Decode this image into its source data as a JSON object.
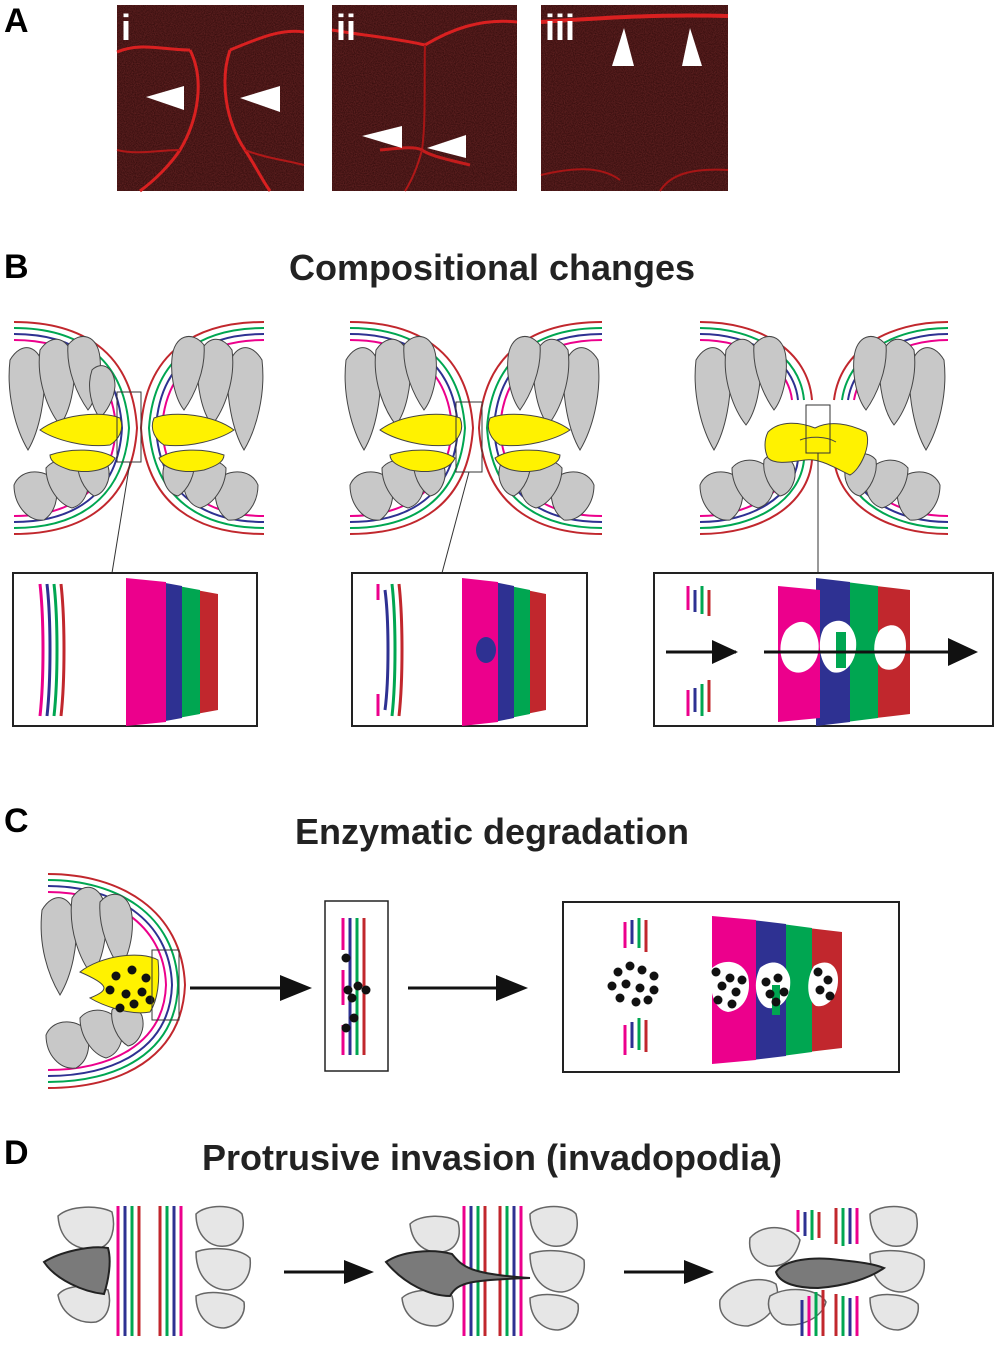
{
  "panels": {
    "A": {
      "letter": "A",
      "image_labels": [
        "i",
        "ii",
        "iii"
      ]
    },
    "B": {
      "letter": "B",
      "title": "Compositional changes"
    },
    "C": {
      "letter": "C",
      "title": "Enzymatic degradation"
    },
    "D": {
      "letter": "D",
      "title": "Protrusive invasion (invadopodia)"
    }
  },
  "colors": {
    "magenta": "#ec008c",
    "blue": "#2e3192",
    "green": "#00a651",
    "red": "#c1272d",
    "cell_gray": "#c8c8c8",
    "cell_light": "#e6e6e6",
    "cell_dark": "#7a7a7a",
    "anchor_cell": "#fff200",
    "micrograph_bg": "#2a0808",
    "micrograph_membrane": "#d92020"
  }
}
